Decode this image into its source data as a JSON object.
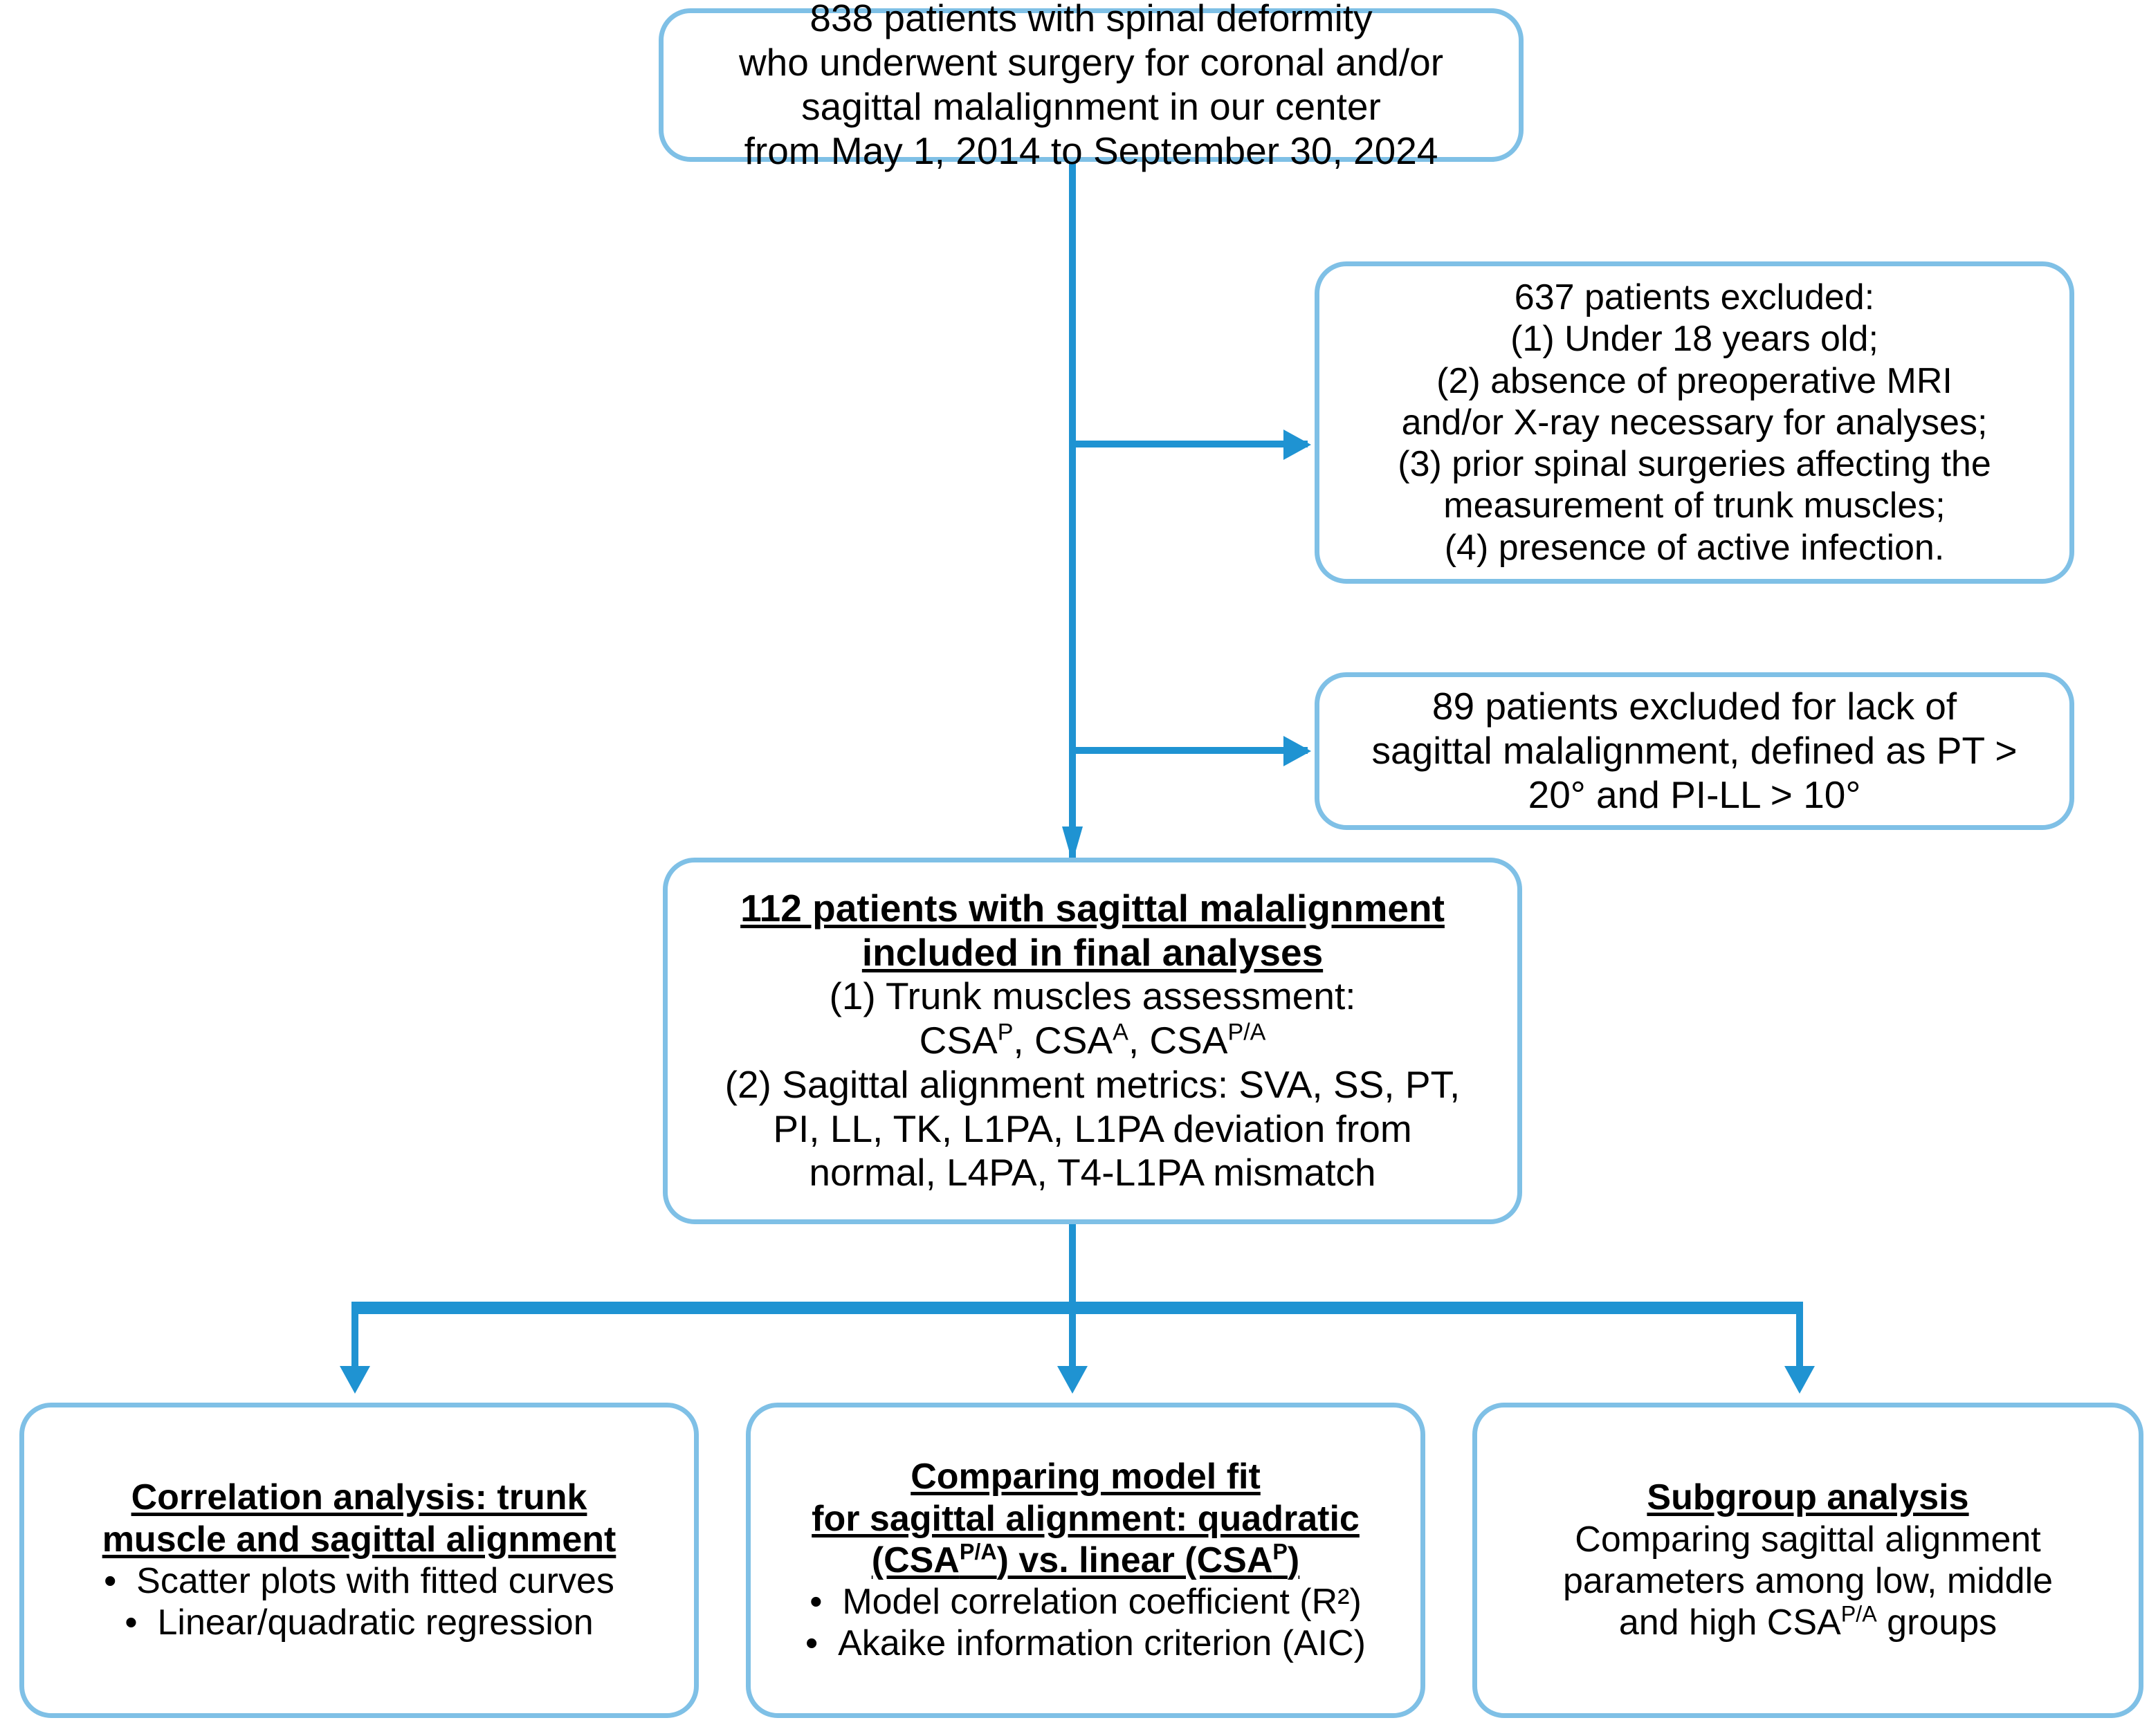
{
  "colors": {
    "box_border": "#7fc0e6",
    "connector": "#1f93d2",
    "text": "#000000",
    "background": "#ffffff"
  },
  "diagram": {
    "type": "flowchart",
    "title": "Patient selection and analysis flowchart",
    "nodes": {
      "enrollment": {
        "id": "enrollment-box",
        "lines": [
          "838 patients with spinal deformity",
          "who underwent surgery for coronal and/or",
          "sagittal malalignment in our center",
          "from May 1, 2014 to September 30, 2024"
        ]
      },
      "exclusion_1": {
        "id": "exclusion-criteria-box",
        "lines": [
          "637 patients excluded:",
          "(1) Under 18 years old;",
          "(2) absence of preoperative MRI",
          "and/or X-ray necessary for analyses;",
          "(3) prior spinal surgeries affecting the",
          "measurement of trunk muscles;",
          "(4) presence of active infection."
        ]
      },
      "exclusion_2": {
        "id": "exclusion-alignment-box",
        "lines": [
          "89 patients excluded for lack of",
          "sagittal malalignment, defined as PT >",
          "20° and PI-LL > 10°"
        ]
      },
      "included": {
        "id": "included-cohort-box",
        "heading": [
          "112 patients with sagittal malalignment",
          "included in final analyses"
        ],
        "body": [
          "(1) Trunk muscles assessment:",
          "CSA|P, CSA|A, CSA|P/A",
          "(2) Sagittal alignment metrics: SVA, SS, PT,",
          "PI, LL, TK, L1PA, L1PA deviation from",
          "normal, L4PA, T4-L1PA mismatch"
        ]
      },
      "analysis_correlation": {
        "id": "correlation-analysis-box",
        "heading": [
          "Correlation analysis: trunk",
          "muscle and sagittal alignment"
        ],
        "bullets": [
          "Scatter plots with fitted curves",
          "Linear/quadratic regression"
        ]
      },
      "analysis_model_fit": {
        "id": "model-fit-analysis-box",
        "heading": [
          "Comparing model fit",
          "for sagittal alignment: quadratic",
          "(CSA|P/A) vs. linear (CSA|P)"
        ],
        "bullets": [
          "Model correlation coefficient (R²)",
          "Akaike information criterion (AIC)"
        ]
      },
      "analysis_subgroup": {
        "id": "subgroup-analysis-box",
        "heading": [
          "Subgroup analysis"
        ],
        "body": [
          "Comparing sagittal alignment",
          "parameters among low, middle",
          "and high CSA|P/A groups"
        ]
      }
    },
    "bullet_glyph": "•"
  }
}
